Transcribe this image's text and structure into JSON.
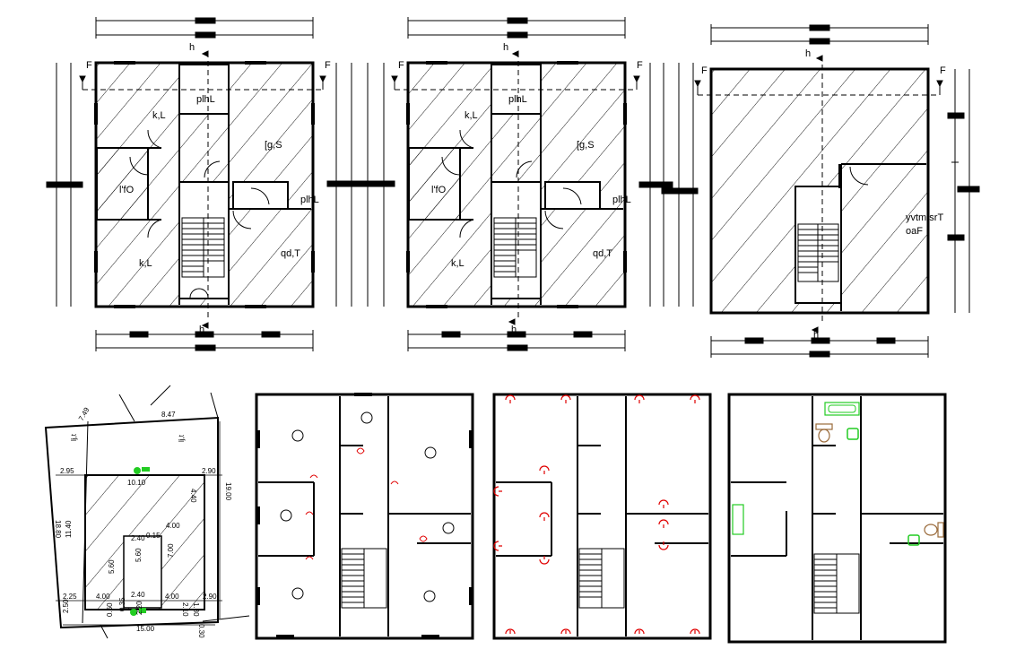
{
  "plans": {
    "plan1": {
      "section_mark_f_left": "F",
      "section_mark_f_right": "F",
      "section_mark_h_top": "h",
      "section_mark_h_bottom": "h",
      "room_top_left": "k,L",
      "room_top_mid": "plhL",
      "room_top_right": "[g,S",
      "room_mid_left": "l'fO",
      "room_mid_right": "plhL",
      "room_bottom_left": "k,L",
      "room_bottom_right": "qd,T"
    },
    "plan2": {
      "section_mark_f_left": "F",
      "section_mark_f_right": "F",
      "section_mark_h_top": "h",
      "section_mark_h_bottom": "h",
      "room_top_left": "k,L",
      "room_top_mid": "plhL",
      "room_top_right": "[g,S",
      "room_mid_left": "l'fO",
      "room_mid_right": "plhL",
      "room_bottom_left": "k,L",
      "room_bottom_right": "qd,T"
    },
    "plan3": {
      "section_mark_f_left": "F",
      "section_mark_f_right": "F",
      "section_mark_h_top": "h",
      "section_mark_h_bottom": "h",
      "room_label_line1": "yvtm srT",
      "room_label_line2": "oaF"
    }
  },
  "site_plan": {
    "dims": {
      "top_left": "7.49",
      "top_right": "8.47",
      "left_offset": "2.95",
      "right_offset": "2.90",
      "inner_top": "10.10",
      "left_side": "18.80",
      "right_side": "19.00",
      "inner_left": "11.40",
      "inner_right": "4.40",
      "inner_w1": "4.00",
      "inner_w2": "2.40",
      "inner_w3": "0.15",
      "inner_h1": "5.60",
      "inner_h2": "5.60",
      "inner_h3": "7.00",
      "bottom_left_offset": "2.25",
      "bottom_w1": "4.00",
      "bottom_w2": "2.40",
      "bottom_w3": "4.00",
      "bottom_right_offset": "2.90",
      "bottom_total": "15.00",
      "bottom_left_v": "2.50",
      "bottom_right_v1": "2.10",
      "bottom_right_v2": "1.80",
      "bottom_right_v3": "0.30",
      "gate_v1": "0.60",
      "gate_v2": "2.20",
      "gate_v3": "0.35",
      "road_left": "lj,t",
      "road_right": "lj,t"
    }
  },
  "colors": {
    "line": "#000000",
    "electric": "#e00000",
    "fixture": "#22cc22",
    "toilet": "#9a6a3a",
    "dim_bar": "#000000"
  }
}
